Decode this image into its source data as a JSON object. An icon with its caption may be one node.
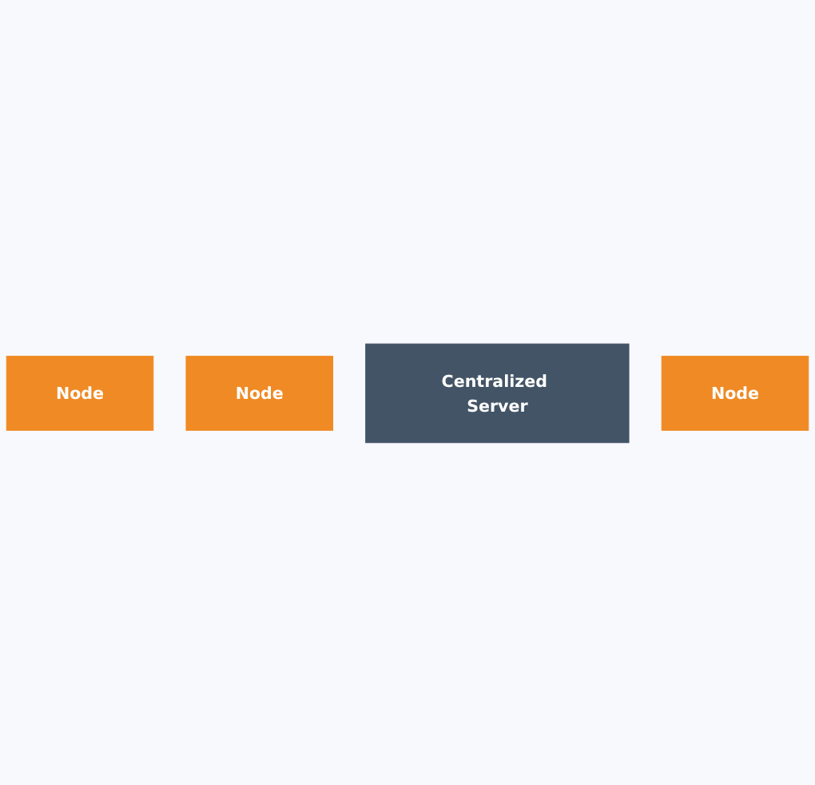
{
  "diagram": {
    "nodes": [
      {
        "text": [
          "Node"
        ]
      },
      {
        "text": [
          "Node"
        ]
      },
      {
        "text": [
          "Centralized Server"
        ]
      },
      {
        "text": [
          "Node"
        ]
      }
    ],
    "edges": []
  }
}
